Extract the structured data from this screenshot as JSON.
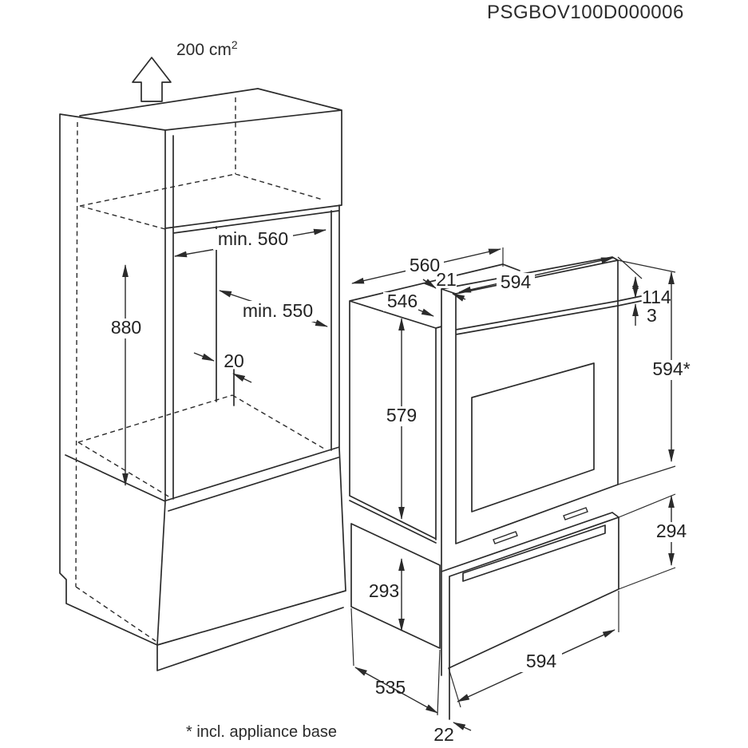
{
  "title": "PSGBOV100D000006",
  "vent": {
    "area_value": "200 cm",
    "area_sup": "2"
  },
  "cabinet": {
    "niche_width": "min. 560",
    "niche_depth": "min. 550",
    "niche_height": "880",
    "rear_gap": "20"
  },
  "oven": {
    "body_width": "560",
    "fascia_offset": "21",
    "fascia_width": "594",
    "body_depth": "546",
    "panel_height": "114",
    "panel_gap": "3",
    "fascia_height": "594*",
    "body_height": "579"
  },
  "drawer": {
    "body_height": "293",
    "front_height": "294",
    "front_width": "594",
    "body_depth": "535",
    "base_inset": "22"
  },
  "footnote": "* incl. appliance base"
}
